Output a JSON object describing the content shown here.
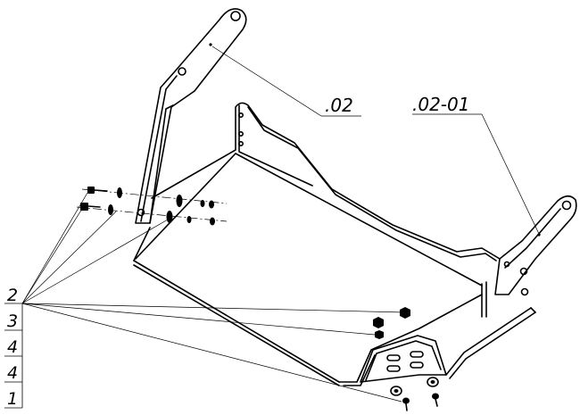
{
  "callouts": {
    "part_02": ".02",
    "part_02_01": ".02-01"
  },
  "positions": [
    "2",
    "3",
    "4",
    "4",
    "1"
  ]
}
